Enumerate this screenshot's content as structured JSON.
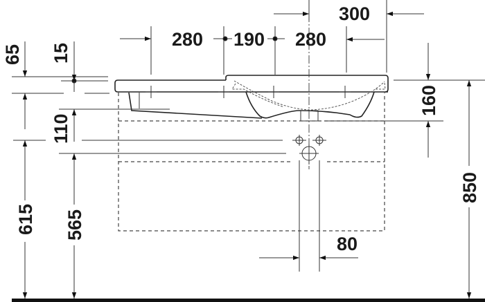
{
  "drawing": {
    "title": "Washbasin dimension drawing (front elevation)",
    "units": "mm",
    "dimensions": {
      "top_offset_65": "65",
      "top_offset_15": "15",
      "tap_depth_110": "110",
      "height_615": "615",
      "height_565": "565",
      "width_280_left": "280",
      "width_190": "190",
      "width_280_right": "280",
      "width_300": "300",
      "basin_depth_160": "160",
      "overall_height_850": "850",
      "waste_spacing_80": "80"
    }
  }
}
